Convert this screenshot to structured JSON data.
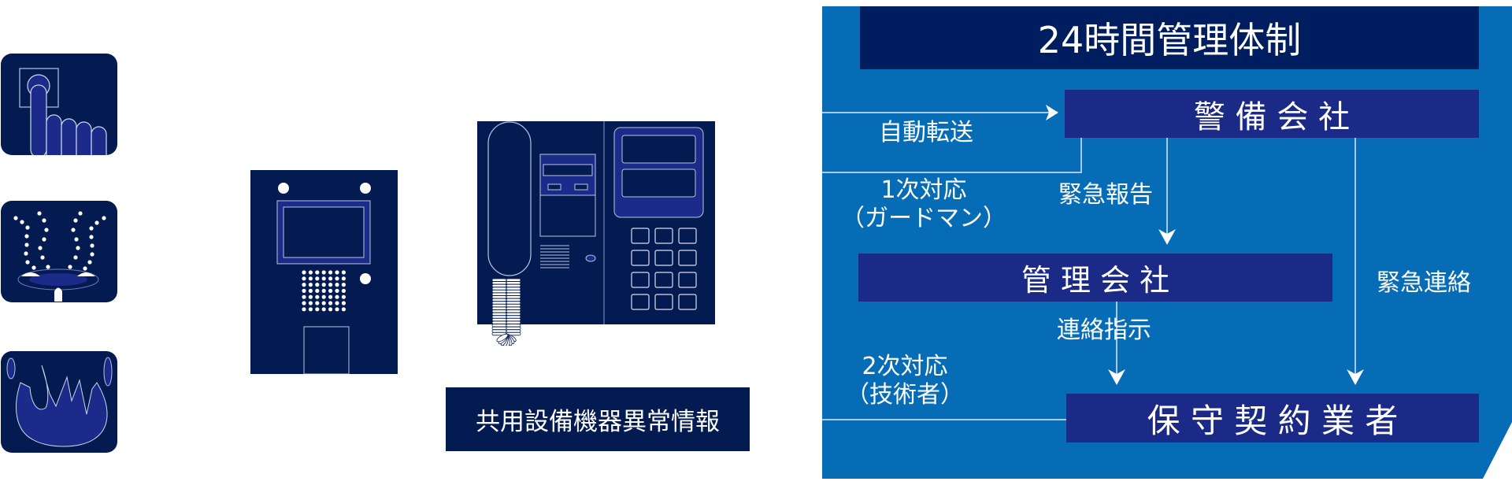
{
  "colors": {
    "panel_blue": "#066cb6",
    "title_navy": "#001e5f",
    "box_indigo": "#1b2a86",
    "device_navy": "#041b52",
    "device_accent": "#1c2b8a",
    "line": "#a9c9ec",
    "text": "#ffffff"
  },
  "icons": [
    {
      "name": "emergency-button-icon",
      "label": "emergency call button"
    },
    {
      "name": "water-leak-icon",
      "label": "water leak / sprinkler"
    },
    {
      "name": "fire-icon",
      "label": "fire"
    }
  ],
  "devices": {
    "entrance_panel": "entrance-intercom-panel",
    "intercom_monitor": "intercom-monitor-handset"
  },
  "equipment_label": "共用設備機器異常情報",
  "flow": {
    "title": "24時間管理体制",
    "boxes": {
      "security_company": "警 備 会 社",
      "management_company": "管 理 会 社",
      "maintenance_contractor": "保 守 契 約 業 者"
    },
    "labels": {
      "auto_transfer": "自動転送",
      "first_response_line1": "1次対応",
      "first_response_line2": "（ガードマン）",
      "emergency_report": "緊急報告",
      "emergency_contact": "緊急連絡",
      "contact_instruction": "連絡指示",
      "second_response_line1": "2次対応",
      "second_response_line2": "（技術者）"
    }
  }
}
